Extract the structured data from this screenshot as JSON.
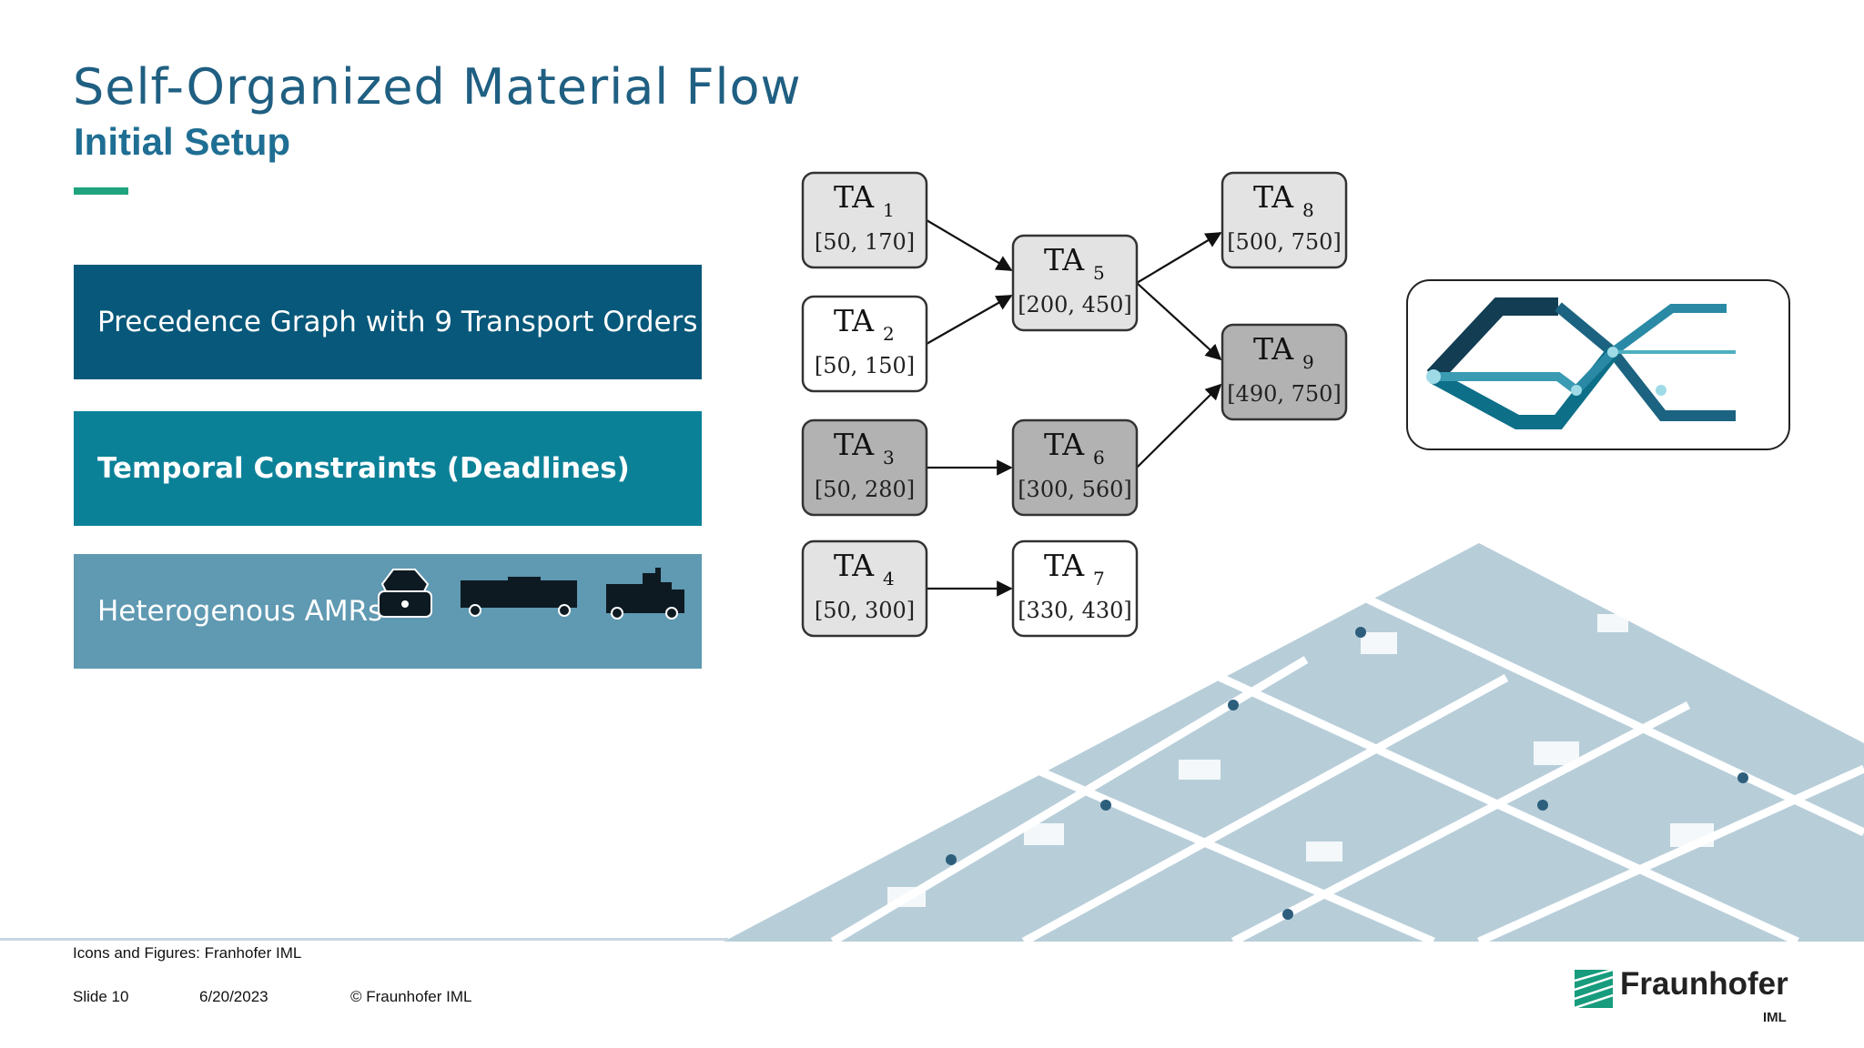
{
  "slide": {
    "title": "Self-Organized Material Flow",
    "subtitle": "Initial Setup"
  },
  "boxes": [
    {
      "label": "Precedence Graph with 9 Transport Orders",
      "color": "#07587a"
    },
    {
      "label": "Temporal Constraints (Deadlines)",
      "color": "#0b8198"
    },
    {
      "label": "Heterogenous AMRs",
      "color": "#5f99b2"
    }
  ],
  "amr_icons": [
    "hexagonal-amr-icon",
    "flatbed-amr-icon",
    "forklift-amr-icon"
  ],
  "graph": {
    "nodes": [
      {
        "name": "TA",
        "sub": "1",
        "window": "[50, 170]",
        "fill": "light"
      },
      {
        "name": "TA",
        "sub": "2",
        "window": "[50, 150]",
        "fill": "white"
      },
      {
        "name": "TA",
        "sub": "3",
        "window": "[50, 280]",
        "fill": "dark"
      },
      {
        "name": "TA",
        "sub": "4",
        "window": "[50, 300]",
        "fill": "light"
      },
      {
        "name": "TA",
        "sub": "5",
        "window": "[200, 450]",
        "fill": "light"
      },
      {
        "name": "TA",
        "sub": "6",
        "window": "[300, 560]",
        "fill": "dark"
      },
      {
        "name": "TA",
        "sub": "7",
        "window": "[330, 430]",
        "fill": "white"
      },
      {
        "name": "TA",
        "sub": "8",
        "window": "[500, 750]",
        "fill": "light"
      },
      {
        "name": "TA",
        "sub": "9",
        "window": "[490, 750]",
        "fill": "dark"
      }
    ],
    "edges": [
      [
        "1",
        "5"
      ],
      [
        "2",
        "5"
      ],
      [
        "5",
        "8"
      ],
      [
        "5",
        "9"
      ],
      [
        "3",
        "6"
      ],
      [
        "6",
        "9"
      ],
      [
        "4",
        "7"
      ]
    ],
    "colors": {
      "white": "#ffffff",
      "light": "#e3e3e3",
      "dark": "#b2b2b2"
    }
  },
  "footer": {
    "source_note": "Icons and Figures: Franhofer IML",
    "slide_number": "Slide 10",
    "date": "6/20/2023",
    "copyright": "© Fraunhofer IML"
  },
  "logo": {
    "name": "Fraunhofer",
    "unit": "IML",
    "mark_color": "#179c7d"
  },
  "accent_color": "#1fa47f"
}
